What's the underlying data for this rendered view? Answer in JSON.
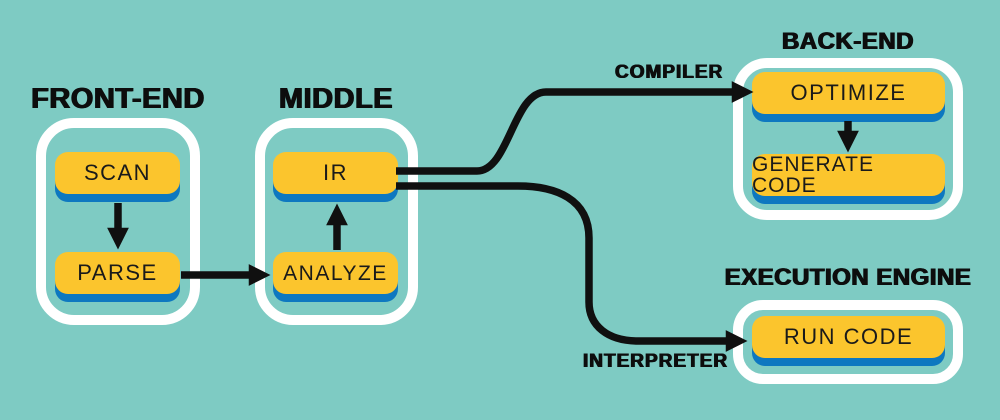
{
  "diagram": {
    "background_color": "#7ECBC3",
    "colors": {
      "box_fill": "#FBC52D",
      "box_shadow": "#0E78C0",
      "group_border": "#FFFFFF",
      "connector": "#101010",
      "text": "#0D0D0D"
    },
    "groups": [
      {
        "id": "front-end",
        "title": "FRONT-END",
        "boxes": [
          {
            "id": "scan",
            "label": "SCAN"
          },
          {
            "id": "parse",
            "label": "PARSE"
          }
        ]
      },
      {
        "id": "middle",
        "title": "MIDDLE",
        "boxes": [
          {
            "id": "ir",
            "label": "IR"
          },
          {
            "id": "analyze",
            "label": "ANALYZE"
          }
        ]
      },
      {
        "id": "back-end",
        "title": "BACK-END",
        "boxes": [
          {
            "id": "optimize",
            "label": "OPTIMIZE"
          },
          {
            "id": "generate-code",
            "label": "GENERATE CODE"
          }
        ]
      },
      {
        "id": "execution-engine",
        "title": "EXECUTION ENGINE",
        "boxes": [
          {
            "id": "run-code",
            "label": "RUN CODE"
          }
        ]
      }
    ],
    "edges": [
      {
        "from": "scan",
        "to": "parse",
        "label": ""
      },
      {
        "from": "parse",
        "to": "analyze",
        "label": ""
      },
      {
        "from": "analyze",
        "to": "ir",
        "label": ""
      },
      {
        "from": "ir",
        "to": "optimize",
        "label": "COMPILER"
      },
      {
        "from": "optimize",
        "to": "generate-code",
        "label": ""
      },
      {
        "from": "ir",
        "to": "run-code",
        "label": "INTERPRETER"
      }
    ]
  }
}
